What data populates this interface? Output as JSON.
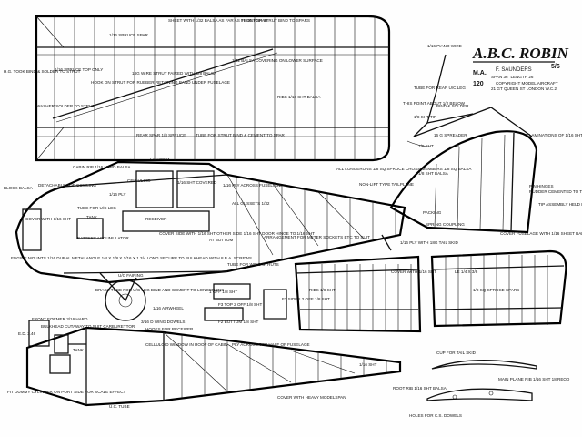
{
  "title": {
    "name": "A.B.C. ROBIN",
    "ma_label": "M.A.",
    "ma_number": "120",
    "price": "5/6",
    "designer": "F. SAUNDERS",
    "span_length": "SPAN 36\"  LENGTH 26\"",
    "copyright_1": "COPYRIGHT MODEL AIRCRAFT",
    "copyright_2": "21 GT QUEEN ST  LONDON W.C.2"
  },
  "labels": [
    {
      "text": "1/16 SPRUCE SPAR"
    },
    {
      "text": "SHEET WITH 1/32 BALSA AS FAR AS FRONT SPAR"
    },
    {
      "text": "TUBE FOR STRUT BIND TO SPARS"
    },
    {
      "text": "1/16 PIANO WIRE"
    },
    {
      "text": "1/16 SPRUCE TOP ONLY"
    },
    {
      "text": "HOOK ON STRUT FOR RUBBER RETAINING BAND UNDER FUSELAGE"
    },
    {
      "text": "18G WIRE STRUT FAIRED WITH 1/8 BALSA"
    },
    {
      "text": "1/32 BALSA COVERING ON LOWER SURFACE"
    },
    {
      "text": "H.G. TOOK BIND & SOLDER TO STRUT"
    },
    {
      "text": "WASHER SOLDER TO STRUT"
    },
    {
      "text": "RIBS 1/16 SHT BALSA"
    },
    {
      "text": "TUBE FOR REAR U/C LEG"
    },
    {
      "text": "THIS POINT ABOUT 1/2 BELOW"
    },
    {
      "text": "BIND & SOLDER"
    },
    {
      "text": "REAR SPAR 1/8 SPRUCE"
    },
    {
      "text": "TUBE FOR STRUT BIND & CEMENT TO SPAR"
    },
    {
      "text": "1/8 SHT TIP"
    },
    {
      "text": "16 G SPREADER"
    },
    {
      "text": "1/8 SHT"
    },
    {
      "text": "2 LAMINATIONS OF 1/16 SHT"
    },
    {
      "text": "CABIN RIB 1/16 HARD BALSA"
    },
    {
      "text": "CUTAWAY"
    },
    {
      "text": "ALL LONGERONS 1/8 SQ SPRUCE CROSS MEMBERS 1/8 SQ BALSA"
    },
    {
      "text": "1/8 SHT BALSA"
    },
    {
      "text": "PIN HINGES"
    },
    {
      "text": "RUDDER CEMENTED TO TAIL PLANE"
    },
    {
      "text": "BLOCK BALSA"
    },
    {
      "text": "DETACHABLE TOP COWLING"
    },
    {
      "text": "CELLULOID"
    },
    {
      "text": "1/16 SHT COVERED"
    },
    {
      "text": "1/16 PLY ACROSS FUSELAGE"
    },
    {
      "text": "NON-LIFT TYPE TAILPLANE"
    },
    {
      "text": "ALL GUSSETS 1/32"
    },
    {
      "text": "1/16 PLY"
    },
    {
      "text": "TIP ASSEMBLY HELD BY RUBBER BAND"
    },
    {
      "text": "COVER WITH 1/16 SHT"
    },
    {
      "text": "TANK"
    },
    {
      "text": "TUBE FOR U/C LEG"
    },
    {
      "text": "RECEIVER"
    },
    {
      "text": "PACKING"
    },
    {
      "text": "SPRING COUPLING"
    },
    {
      "text": "COVER SIDE WITH 1/16 SHT OTHER SIDE 1/16 SHT DOOR HINGE TO 1/16 SHT"
    },
    {
      "text": "ARRANGEMENT FOR METER SOCKETS ETC TO SUIT"
    },
    {
      "text": "1/16 PLY WITH 18G TAIL SKID"
    },
    {
      "text": "COVER FUSELAGE WITH 1/16 SHEET BALSA"
    },
    {
      "text": "BATTERY ACCUMULATOR"
    },
    {
      "text": "AT BOTTOM"
    },
    {
      "text": "COVER WITH 1/16 SHT"
    },
    {
      "text": "LE 1/4 x 3/8"
    },
    {
      "text": "ENGINE MOUNTS 1/16 DURAL METAL ANGLE 1/4 X 1/8 X 1/16 x 1 3/4 LONG SECURE TO BULKHEAD WITH 8 B.A. SCREWS"
    },
    {
      "text": "U/C FAIRING"
    },
    {
      "text": "TUBE FOR WING STRUTS"
    },
    {
      "text": "BRASS TUBE FOR U/C LEG BIND AND CEMENT TO LONGERONS"
    },
    {
      "text": "1 OFF 1/8 SHT"
    },
    {
      "text": "F2 SIDES 2 OFF 1/8 SHT"
    },
    {
      "text": "RIBS 1/8 SHT"
    },
    {
      "text": "1/8 SQ SPRUCE SPARS"
    },
    {
      "text": "1/16 AIRWHEEL"
    },
    {
      "text": "F3 TOP 2 OFF 1/8 SHT"
    },
    {
      "text": "FRONT FORMER 3/16 HARD"
    },
    {
      "text": "F2 BOTTOM 1/8 SHT"
    },
    {
      "text": "BULKHEAD CUTAWAY TO SUIT CARBURETTOR"
    },
    {
      "text": "3/16 D WING DOWELS"
    },
    {
      "text": "HOOKS FOR RECEIVER"
    },
    {
      "text": "E.D. 3.46"
    },
    {
      "text": "CELLULOID WINDOW IN ROOF OF CABIN"
    },
    {
      "text": "PLY ACROSS TOP HALF OF FUSELAGE"
    },
    {
      "text": "TANK"
    },
    {
      "text": "CUP FOR TAIL SKID"
    },
    {
      "text": "1/16 SHT"
    },
    {
      "text": "MAIN PLANE RIB 1/16 SHT 18 REQD"
    },
    {
      "text": "FIT DUMMY CYLINDER ON PORT SIDE FOR SCALE EFFECT"
    },
    {
      "text": "U.C. TUBE"
    },
    {
      "text": "COVER WITH HEAVY MODELSPAN"
    },
    {
      "text": "ROOT RIB 1/16 SHT BALSA"
    },
    {
      "text": "HOLES FOR C.S. DOWELS"
    }
  ]
}
